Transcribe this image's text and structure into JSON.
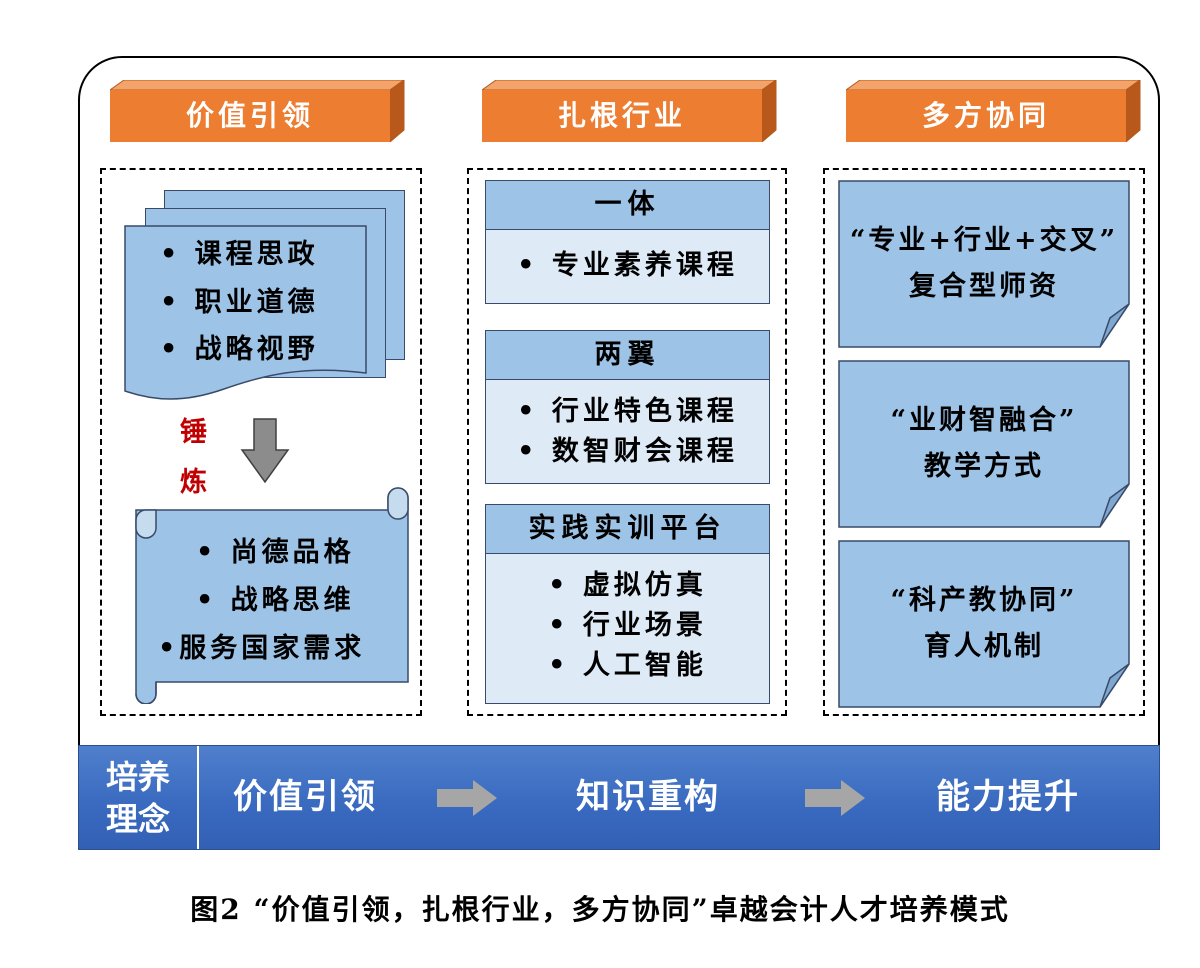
{
  "columns": [
    {
      "header": "价值引领",
      "input_items": [
        "• 课程思政",
        "• 职业道德",
        "• 战略视野"
      ],
      "process_char_1": "锤",
      "process_char_2": "炼",
      "output_items": [
        "• 尚德品格",
        "• 战略思维",
        "•服务国家需求"
      ]
    },
    {
      "header": "扎根行业",
      "sections": [
        {
          "title": "一体",
          "items": [
            "• 专业素养课程"
          ]
        },
        {
          "title": "两翼",
          "items": [
            "• 行业特色课程",
            "• 数智财会课程"
          ]
        },
        {
          "title": "实践实训平台",
          "items": [
            "• 虚拟仿真",
            "• 行业场景",
            "• 人工智能"
          ]
        }
      ]
    },
    {
      "header": "多方协同",
      "notes": [
        {
          "line1": "“专业+行业+交叉”",
          "line2": "复合型师资"
        },
        {
          "line1": "“业财智融合”",
          "line2": "教学方式"
        },
        {
          "line1": "“科产教协同”",
          "line2": "育人机制"
        }
      ]
    }
  ],
  "banner": {
    "label_line1": "培养",
    "label_line2": "理念",
    "steps": [
      "价值引领",
      "知识重构",
      "能力提升"
    ]
  },
  "caption": "图2 “价值引领，扎根行业，多方协同”卓越会计人才培养模式",
  "colors": {
    "header_orange": "#ed7d31",
    "box_blue": "#9dc3e6",
    "light_blue": "#deebf7",
    "banner_blue": "#3a6bc0",
    "accent_red": "#c00000",
    "arrow_gray": "#8c8c8c"
  }
}
